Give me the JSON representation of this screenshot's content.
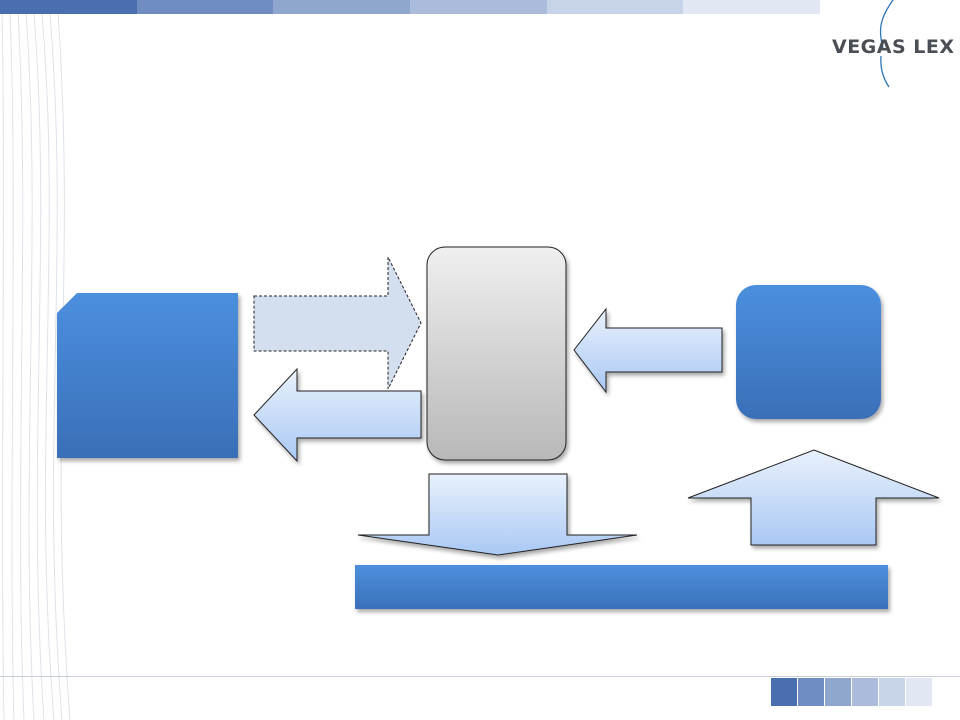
{
  "slide": {
    "logo": {
      "text": "VEGAS LEX",
      "accent_color": "#2e75b6",
      "text_color": "#4a4f55"
    },
    "decor": {
      "top_bar_colors": [
        "#4a6fae",
        "#6f8dc0",
        "#8fa6cf",
        "#aabbdb",
        "#c6d3e8",
        "#e1e8f3"
      ],
      "bottom_squares_colors": [
        "#4a6fae",
        "#6f8dc0",
        "#8fa6cf",
        "#aabbdb",
        "#c6d3e8",
        "#e1e8f3"
      ]
    },
    "diagram": {
      "nodes": [
        {
          "id": "left-block",
          "shape": "snipped-rectangle",
          "label": ""
        },
        {
          "id": "center-block",
          "shape": "rounded-rectangle",
          "label": ""
        },
        {
          "id": "right-block",
          "shape": "rounded-square",
          "label": ""
        },
        {
          "id": "bottom-bar",
          "shape": "rectangle",
          "label": ""
        }
      ],
      "arrows": [
        {
          "id": "arrow-left-to-center",
          "direction": "right",
          "style": "dashed",
          "label": ""
        },
        {
          "id": "arrow-center-to-left",
          "direction": "left",
          "style": "solid",
          "label": ""
        },
        {
          "id": "arrow-right-to-center",
          "direction": "left",
          "style": "solid",
          "label": ""
        },
        {
          "id": "arrow-center-to-bottom",
          "direction": "down",
          "style": "solid",
          "label": ""
        },
        {
          "id": "arrow-bottom-to-right",
          "direction": "up",
          "style": "solid",
          "label": ""
        }
      ],
      "colors": {
        "block_top": "#4b8fde",
        "block_bottom": "#3a6fb8",
        "arrow_top": "#e9f1fc",
        "arrow_bottom": "#a9c8f4",
        "center_top": "#efefef",
        "center_bottom": "#b8b8b8",
        "dashed_fill": "#d3deee"
      }
    }
  }
}
